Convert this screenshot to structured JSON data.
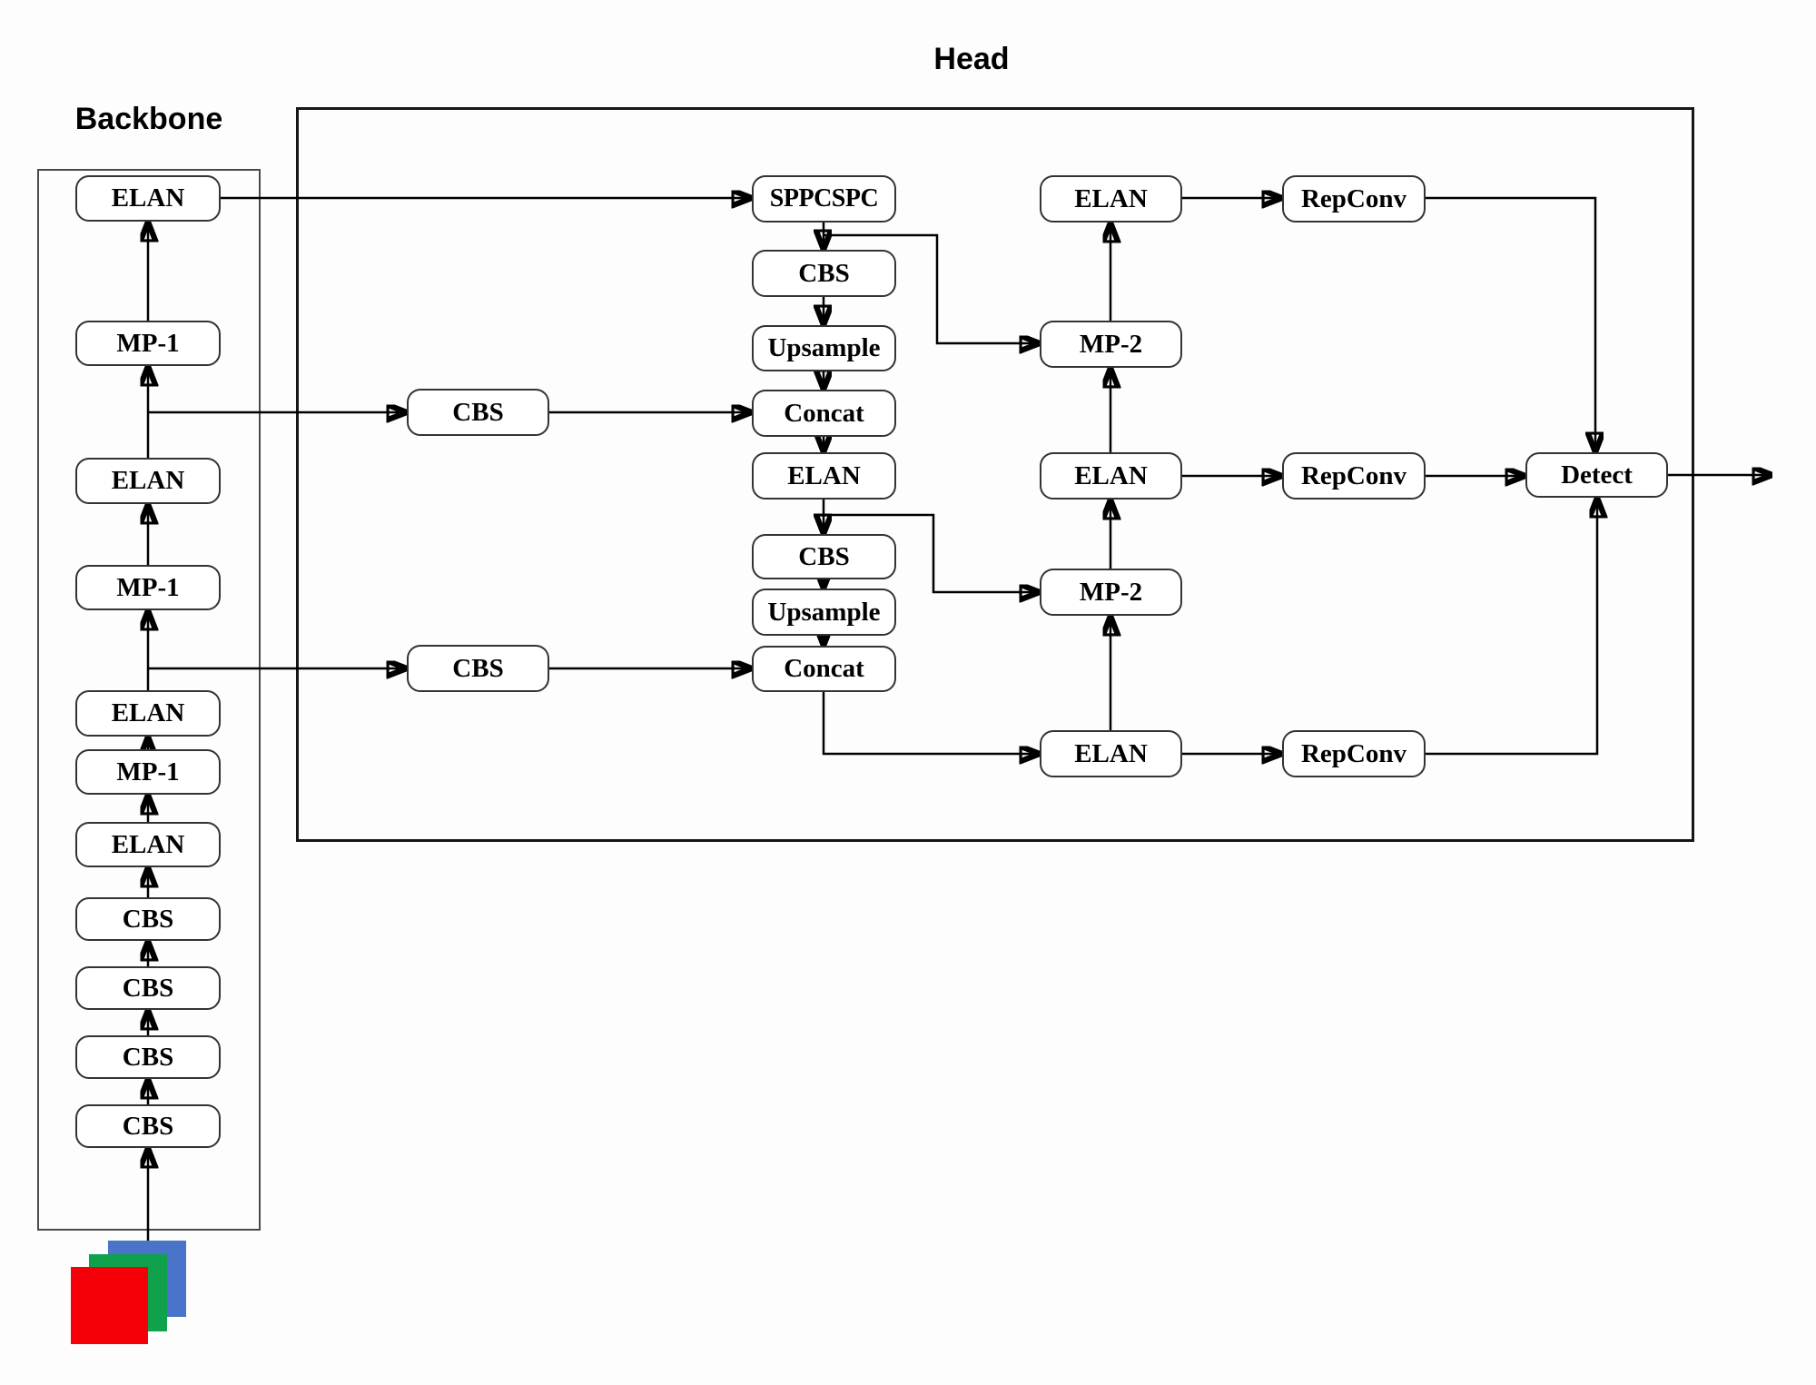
{
  "titles": {
    "backbone": "Backbone",
    "head": "Head"
  },
  "backbone": {
    "boxes": [
      {
        "id": "elan-1",
        "label": "ELAN"
      },
      {
        "id": "mp1-1",
        "label": "MP-1"
      },
      {
        "id": "elan-2",
        "label": "ELAN"
      },
      {
        "id": "mp1-2",
        "label": "MP-1"
      },
      {
        "id": "elan-3",
        "label": "ELAN"
      },
      {
        "id": "mp1-3",
        "label": "MP-1"
      },
      {
        "id": "elan-4",
        "label": "ELAN"
      },
      {
        "id": "cbs-1",
        "label": "CBS"
      },
      {
        "id": "cbs-2",
        "label": "CBS"
      },
      {
        "id": "cbs-3",
        "label": "CBS"
      },
      {
        "id": "cbs-4",
        "label": "CBS"
      }
    ],
    "input_image": {
      "description": "stacked RGB input image squares",
      "layer_colors": [
        "#4a74c9",
        "#0fa14b",
        "#f50008"
      ]
    }
  },
  "head": {
    "main_column": [
      {
        "id": "sppcspc",
        "label": "SPPCSPC"
      },
      {
        "id": "cbs-m1",
        "label": "CBS"
      },
      {
        "id": "upsample-1",
        "label": "Upsample"
      },
      {
        "id": "concat-1",
        "label": "Concat"
      },
      {
        "id": "elan-m",
        "label": "ELAN"
      },
      {
        "id": "cbs-m2",
        "label": "CBS"
      },
      {
        "id": "upsample-2",
        "label": "Upsample"
      },
      {
        "id": "concat-2",
        "label": "Concat"
      }
    ],
    "lateral_cbs": [
      {
        "id": "cbs-l1",
        "label": "CBS"
      },
      {
        "id": "cbs-l2",
        "label": "CBS"
      }
    ],
    "right_column": [
      {
        "id": "elan-r1",
        "label": "ELAN"
      },
      {
        "id": "mp2-1",
        "label": "MP-2"
      },
      {
        "id": "elan-r2",
        "label": "ELAN"
      },
      {
        "id": "mp2-2",
        "label": "MP-2"
      },
      {
        "id": "elan-r3",
        "label": "ELAN"
      }
    ],
    "repconv_column": [
      {
        "id": "repconv-1",
        "label": "RepConv"
      },
      {
        "id": "repconv-2",
        "label": "RepConv"
      },
      {
        "id": "repconv-3",
        "label": "RepConv"
      }
    ],
    "detect": {
      "label": "Detect"
    }
  },
  "colors": {
    "line": "#000000",
    "box_fill": "#ffffff",
    "box_border": "#333333",
    "image_blue": "#4a74c9",
    "image_green": "#0fa14b",
    "image_red": "#f50008"
  }
}
